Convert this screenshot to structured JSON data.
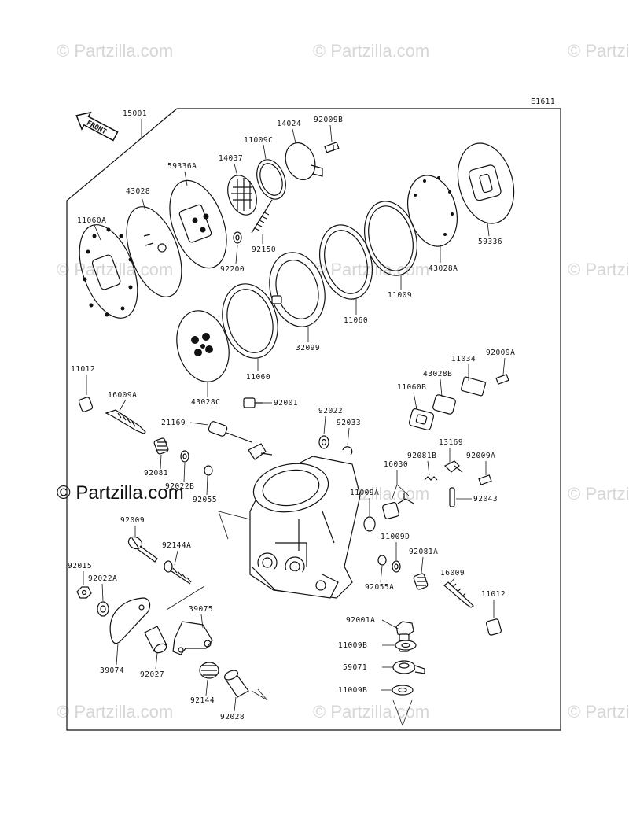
{
  "diagram": {
    "ref_code": "E1611",
    "front_label": "FRONT",
    "watermark_text": "© Partzilla.com",
    "part_labels": {
      "p15001": "15001",
      "p92009B": "92009B",
      "p14024": "14024",
      "p11009C": "11009C",
      "p14037": "14037",
      "p59336A": "59336A",
      "p43028": "43028",
      "p11060A": "11060A",
      "p92150": "92150",
      "p92200": "92200",
      "p59336": "59336",
      "p43028A": "43028A",
      "p11009": "11009",
      "p11060_top": "11060",
      "p32099": "32099",
      "p11060_bot": "11060",
      "p43028C": "43028C",
      "p11012_left": "11012",
      "p16009A": "16009A",
      "p92001": "92001",
      "p21169": "21169",
      "p92022": "92022",
      "p92033": "92033",
      "p11034": "11034",
      "p92009A_top": "92009A",
      "p43028B": "43028B",
      "p11060B": "11060B",
      "p13169": "13169",
      "p92081B": "92081B",
      "p92009A_mid": "92009A",
      "p16030": "16030",
      "p92043": "92043",
      "p11009A": "11009A",
      "p92081": "92081",
      "p92022B": "92022B",
      "p92055": "92055",
      "p92009": "92009",
      "p92144A": "92144A",
      "p11009D": "11009D",
      "p92081A": "92081A",
      "p92055A": "92055A",
      "p16009": "16009",
      "p11012_right": "11012",
      "p92015": "92015",
      "p92022A": "92022A",
      "p39075": "39075",
      "p92001A": "92001A",
      "p11009B_top": "11009B",
      "p59071": "59071",
      "p11009B_bot": "11009B",
      "p39074": "39074",
      "p92027": "92027",
      "p92144": "92144",
      "p92028": "92028"
    }
  }
}
